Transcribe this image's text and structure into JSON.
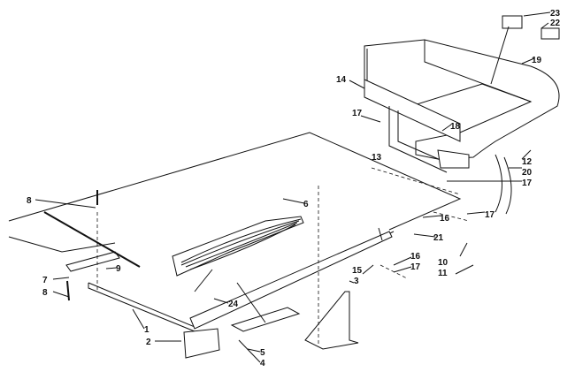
{
  "diagram": {
    "type": "exploded-parts-diagram",
    "labels": [
      "23",
      "22",
      "19",
      "14",
      "17",
      "18",
      "13",
      "12",
      "20",
      "17",
      "8",
      "6",
      "16",
      "17",
      "21",
      "10",
      "11",
      "7",
      "9",
      "8",
      "15",
      "16",
      "17",
      "3",
      "1",
      "24",
      "2",
      "5",
      "4"
    ]
  }
}
